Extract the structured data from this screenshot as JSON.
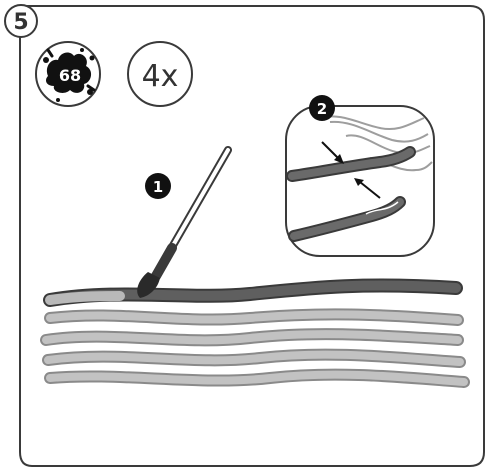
{
  "step": {
    "number": "5"
  },
  "paint": {
    "code": "68",
    "icon": "paint-splat-icon",
    "color": "#111111"
  },
  "quantity": {
    "label": "4x"
  },
  "callouts": {
    "first": "1",
    "second": "2"
  },
  "colors": {
    "outline": "#3a3a3a",
    "dark_stripe": "#5f5f5f",
    "light_stripe": "#b9b9b9",
    "strand": "#9e9e9e"
  }
}
